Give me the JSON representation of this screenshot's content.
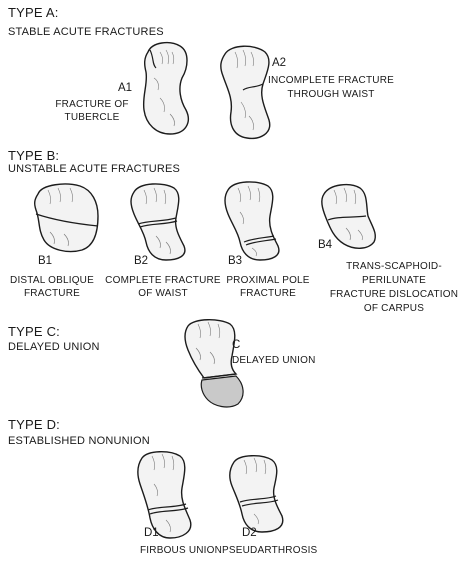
{
  "type_a": {
    "title": "TYPE A:",
    "subtitle": "STABLE ACUTE FRACTURES",
    "a1": {
      "code": "A1",
      "desc_line1": "FRACTURE OF",
      "desc_line2": "TUBERCLE"
    },
    "a2": {
      "code": "A2",
      "desc_line1": "INCOMPLETE FRACTURE",
      "desc_line2": "THROUGH WAIST"
    }
  },
  "type_b": {
    "title": "TYPE B:",
    "subtitle": "UNSTABLE ACUTE FRACTURES",
    "b1": {
      "code": "B1",
      "desc_line1": "DISTAL OBLIQUE",
      "desc_line2": "FRACTURE"
    },
    "b2": {
      "code": "B2",
      "desc_line1": "COMPLETE FRACTURE",
      "desc_line2": "OF WAIST"
    },
    "b3": {
      "code": "B3",
      "desc_line1": "PROXIMAL POLE",
      "desc_line2": "FRACTURE"
    },
    "b4": {
      "code": "B4",
      "desc_line1": "TRANS-SCAPHOID-",
      "desc_line2": "PERILUNATE",
      "desc_line3": "FRACTURE DISLOCATION",
      "desc_line4": "OF CARPUS"
    }
  },
  "type_c": {
    "title": "TYPE C:",
    "subtitle": "DELAYED UNION",
    "c": {
      "code": "C",
      "desc_line1": "DELAYED UNION"
    }
  },
  "type_d": {
    "title": "TYPE D:",
    "subtitle": "ESTABLISHED NONUNION",
    "d1": {
      "code": "D1",
      "desc_line1": "FIRBOUS UNION"
    },
    "d2": {
      "code": "D2",
      "desc_line1": "PSEUDARTHROSIS"
    }
  }
}
